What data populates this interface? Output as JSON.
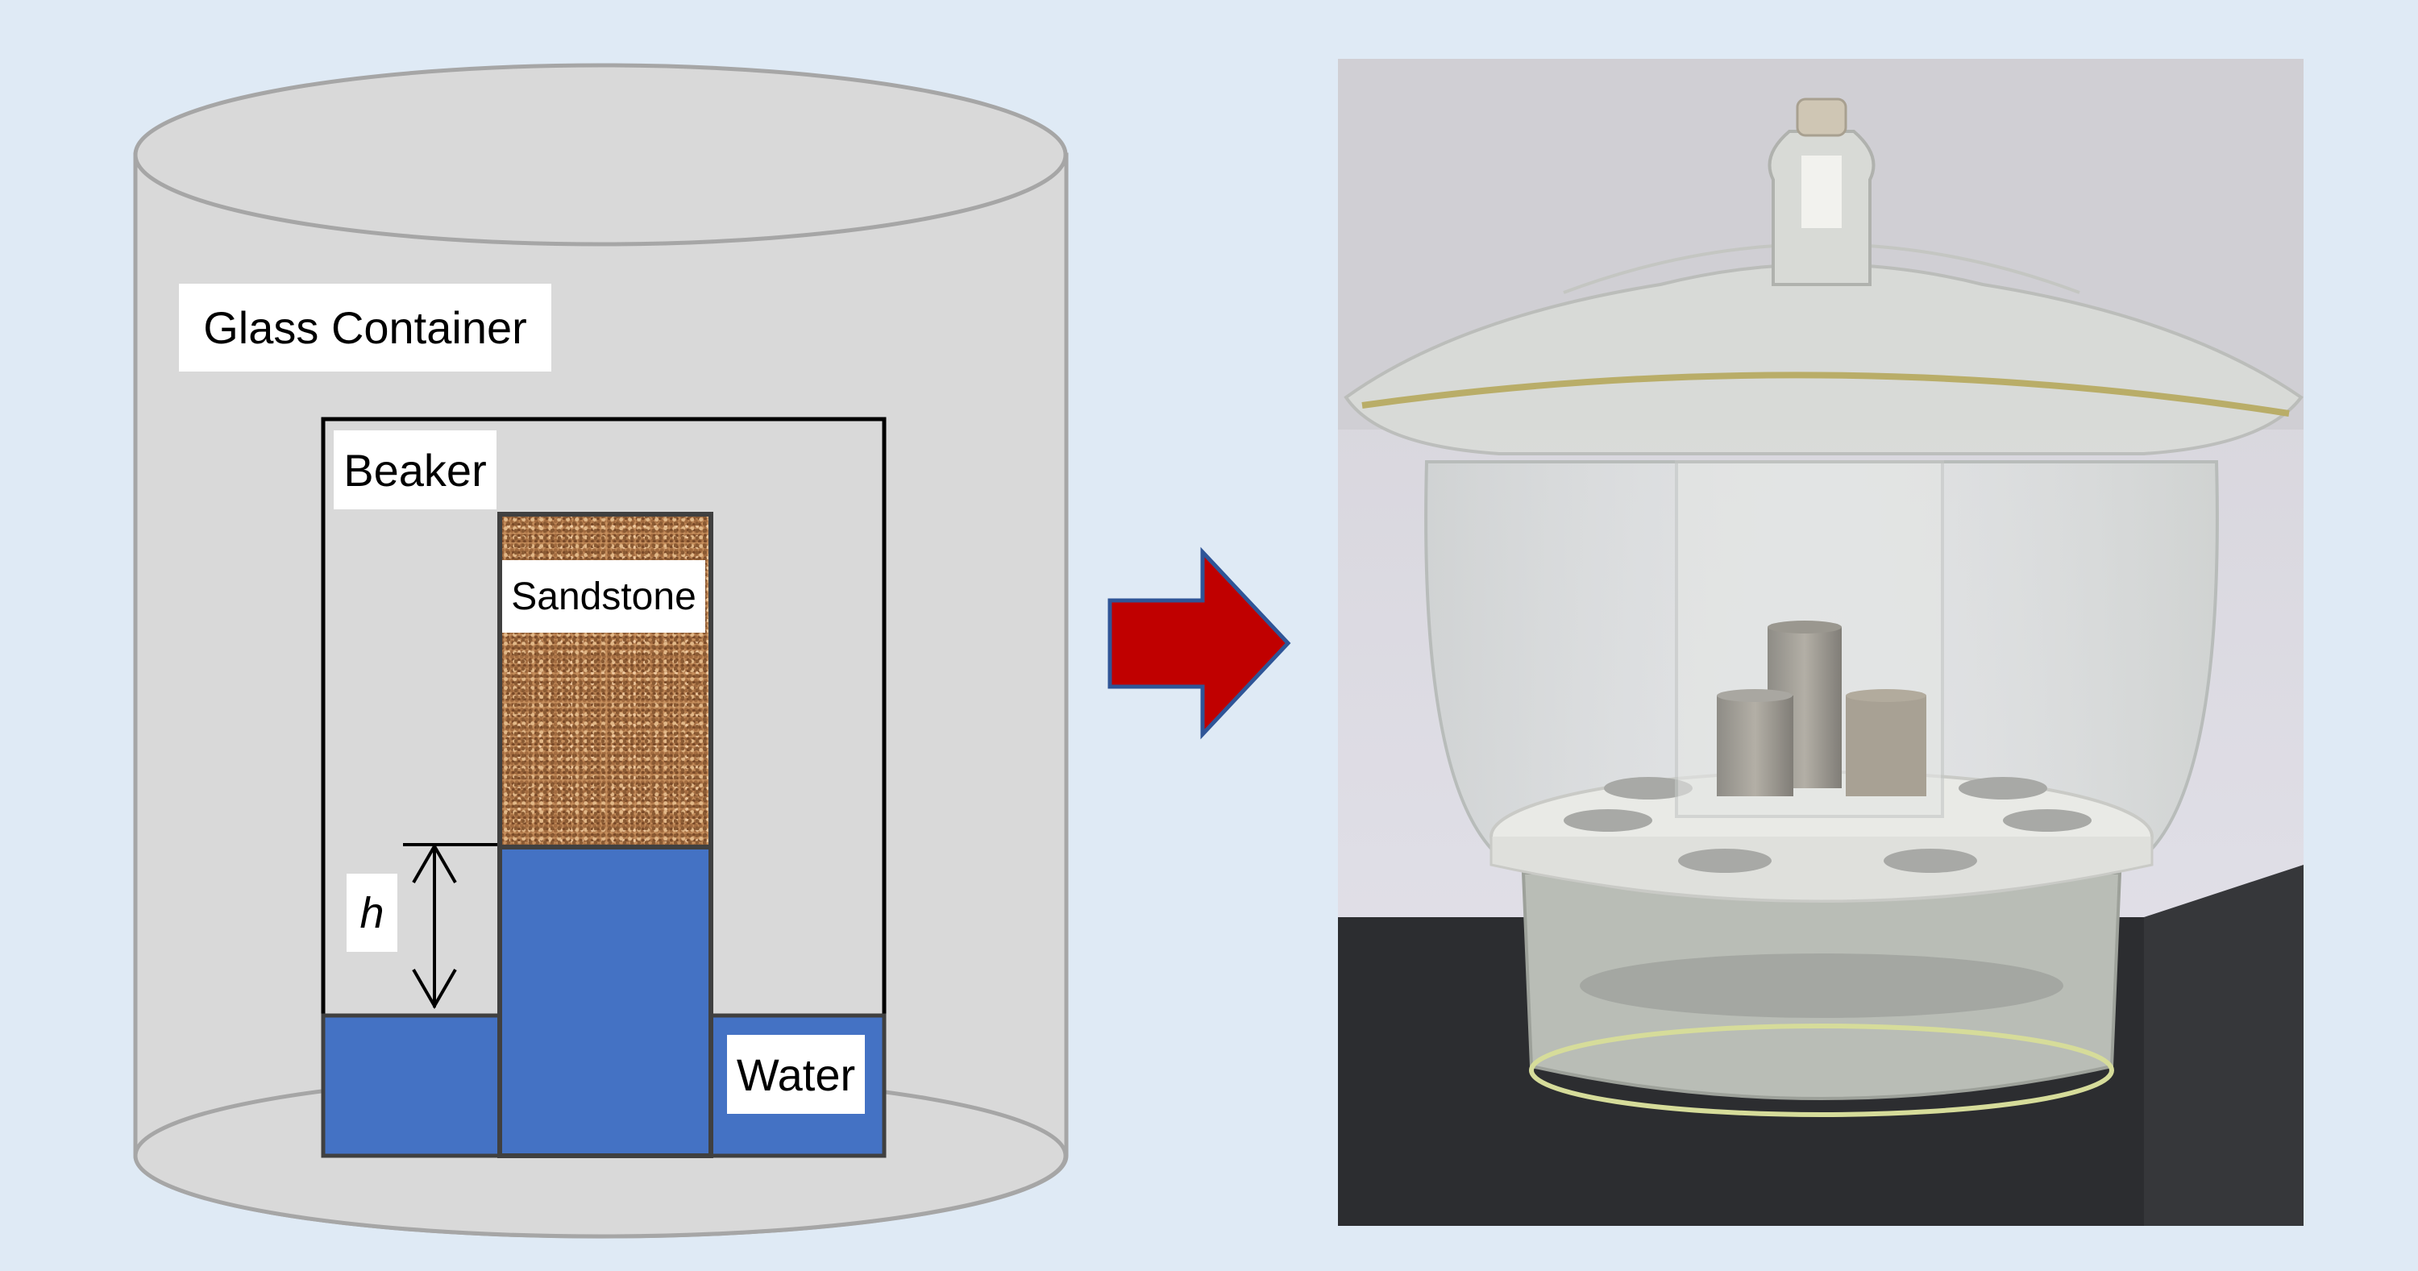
{
  "diagram": {
    "container_label": "Glass Container",
    "beaker_label": "Beaker",
    "sandstone_label": "Sandstone",
    "height_label": "h",
    "water_label": "Water"
  },
  "colors": {
    "background": "#dfeaf5",
    "water": "#4472c4",
    "arrow_fill": "#c00000",
    "arrow_stroke": "#2f5597",
    "container": "#d9d9d9"
  }
}
